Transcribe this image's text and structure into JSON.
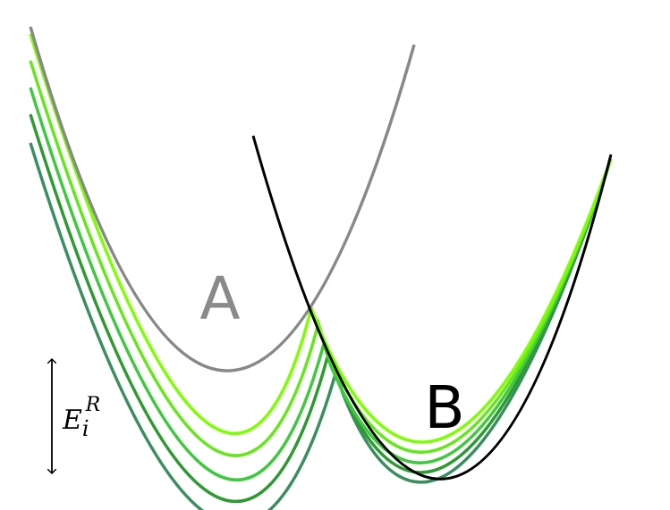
{
  "labels": {
    "state_a": "A",
    "state_b": "B",
    "energy_symbol": "E",
    "energy_subscript": "i",
    "energy_superscript": "R"
  },
  "colors": {
    "parabola_a": "#888888",
    "parabola_b": "#000000",
    "level_curves": [
      "#7cff00",
      "#66e61c",
      "#40c840",
      "#2e9a32",
      "#3a8f60"
    ],
    "arrow": "#000000"
  }
}
